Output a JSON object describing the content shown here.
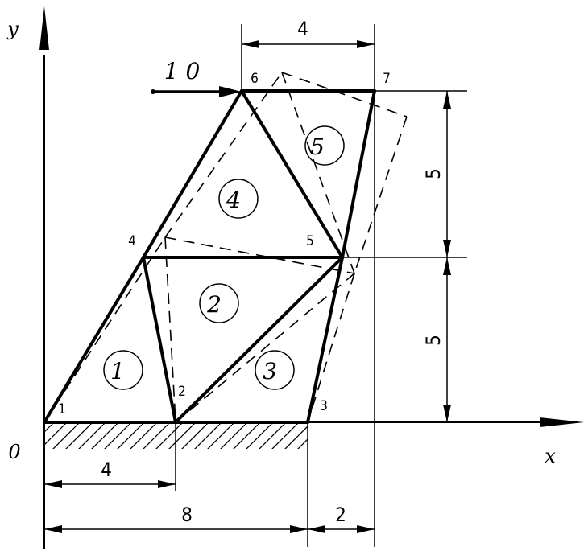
{
  "axes": {
    "x_label": "x",
    "y_label": "y",
    "origin_label": "0"
  },
  "nodes": {
    "n1": "1",
    "n2": "2",
    "n3": "3",
    "n4": "4",
    "n5": "5",
    "n6": "6",
    "n7": "7"
  },
  "elements": {
    "e1": "1",
    "e2": "2",
    "e3": "3",
    "e4": "4",
    "e5": "5"
  },
  "load": {
    "value": "1 0"
  },
  "dimensions": {
    "top_width": "4",
    "upper_height": "5",
    "lower_height": "5",
    "bottom_4": "4",
    "bottom_8": "8",
    "bottom_2": "2"
  }
}
